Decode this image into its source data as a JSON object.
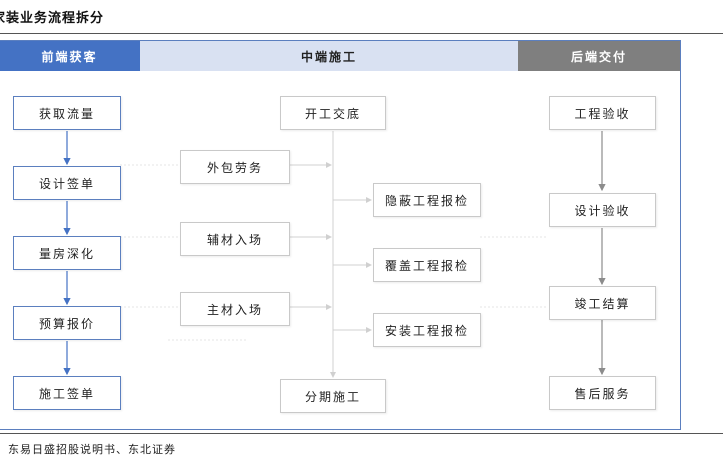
{
  "title": "家装业务流程拆分",
  "source": "东易日盛招股说明书、东北证券",
  "columns": {
    "front": "前端获客",
    "middle": "中端施工",
    "back": "后端交付"
  },
  "front_steps": [
    "获取流量",
    "设计签单",
    "量房深化",
    "预算报价",
    "施工签单"
  ],
  "middle": {
    "start": "开工交底",
    "end": "分期施工",
    "inputs": [
      "外包劳务",
      "辅材入场",
      "主材入场"
    ],
    "inspections": [
      "隐蔽工程报检",
      "覆盖工程报检",
      "安装工程报检"
    ]
  },
  "back_steps": [
    "工程验收",
    "设计验收",
    "竣工结算",
    "售后服务"
  ],
  "colors": {
    "front_header": "#4472c4",
    "middle_header": "#d9e1f2",
    "back_header": "#7f7f7f",
    "front_arrow": "#4472c4",
    "back_arrow": "#8c8c8c",
    "middle_line": "#d0d0d0"
  }
}
